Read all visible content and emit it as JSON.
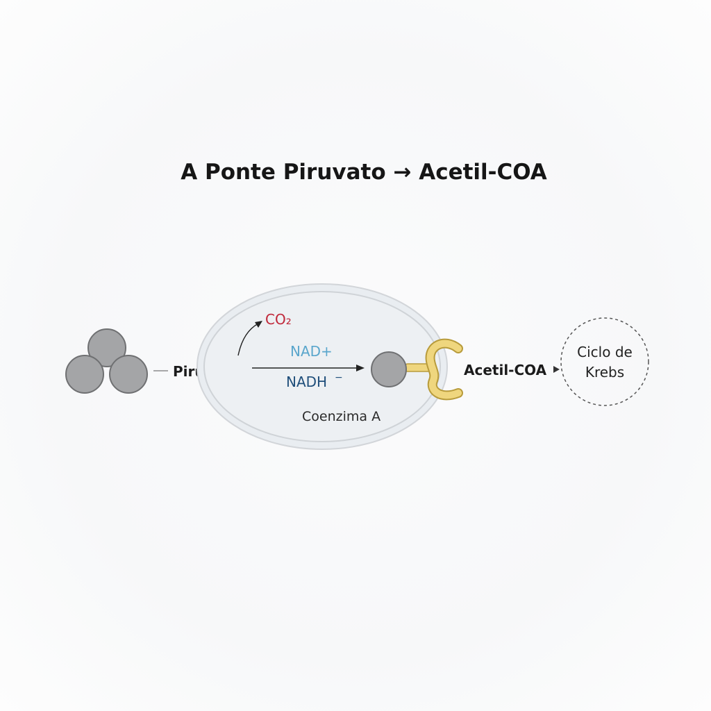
{
  "title": "A Ponte Piruvato → Acetil-COA",
  "labels": {
    "piruvato": "Piruvato",
    "co2": "CO₂",
    "nad_plus": "NAD+",
    "nadh": "NADH",
    "nadh_mark": "−",
    "coenzima": "Coenzima A",
    "acetil": "Acetil-COA",
    "ciclo_line1": "Ciclo de",
    "ciclo_line2": "Krebs"
  },
  "colors": {
    "co2": "#c0283a",
    "nad_plus": "#5aa6cc",
    "nadh": "#1f4e7a",
    "molecule": "#a4a5a7",
    "coenzyme": "#efd67e"
  }
}
